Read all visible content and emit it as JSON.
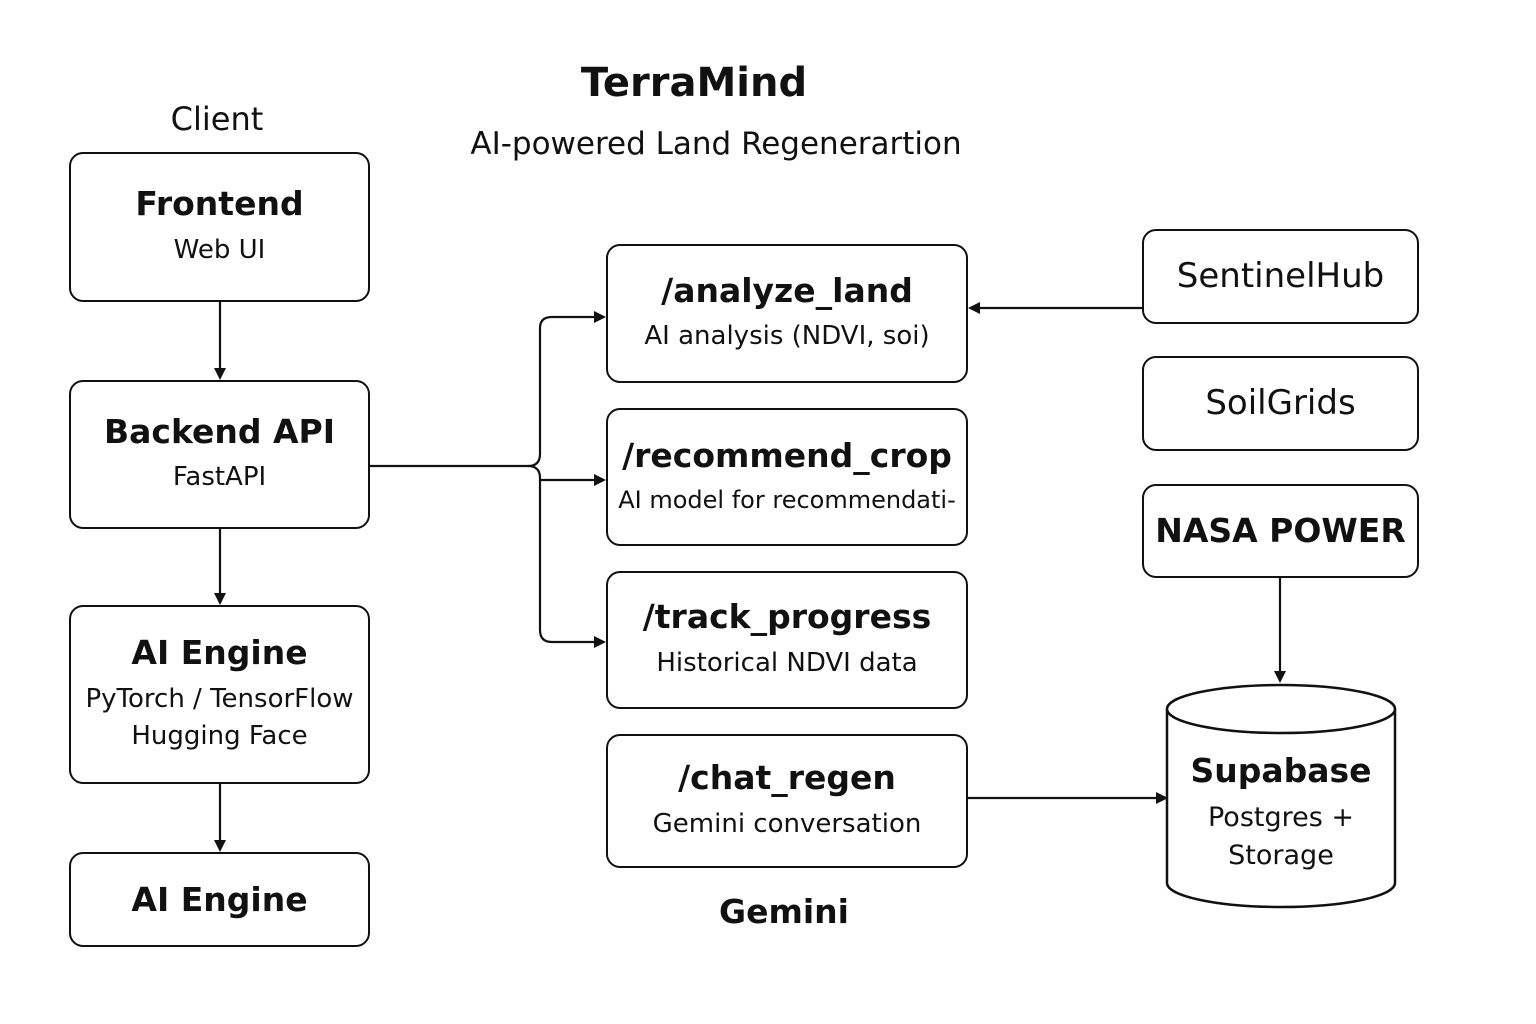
{
  "diagram": {
    "title": "TerraMind",
    "subtitle": "AI-powered Land Regenerartion",
    "client_label": "Client",
    "gemini_label": "Gemini",
    "client_stack": {
      "frontend": {
        "title": "Frontend",
        "subtitle": "Web UI"
      },
      "backend": {
        "title": "Backend API",
        "subtitle": "FastAPI"
      },
      "ai_engine": {
        "title": "AI Engine",
        "line1": "PyTorch / TensorFlow",
        "line2": "Hugging Face"
      },
      "ai_engine_2": {
        "title": "AI Engine"
      }
    },
    "endpoints": {
      "analyze_land": {
        "title": "/analyze_land",
        "subtitle": "AI analysis (NDVI, soi)"
      },
      "recommend_crop": {
        "title": "/recommend_crop",
        "subtitle": "AI model for recommendati-"
      },
      "track_progress": {
        "title": "/track_progress",
        "subtitle": "Historical NDVI data"
      },
      "chat_regen": {
        "title": "/chat_regen",
        "subtitle": "Gemini conversation"
      }
    },
    "data_sources": {
      "sentinelhub": "SentinelHub",
      "soilgrids": "SoilGrids",
      "nasa_power": "NASA POWER"
    },
    "database": {
      "title": "Supabase",
      "line1": "Postgres +",
      "line2": "Storage"
    }
  }
}
